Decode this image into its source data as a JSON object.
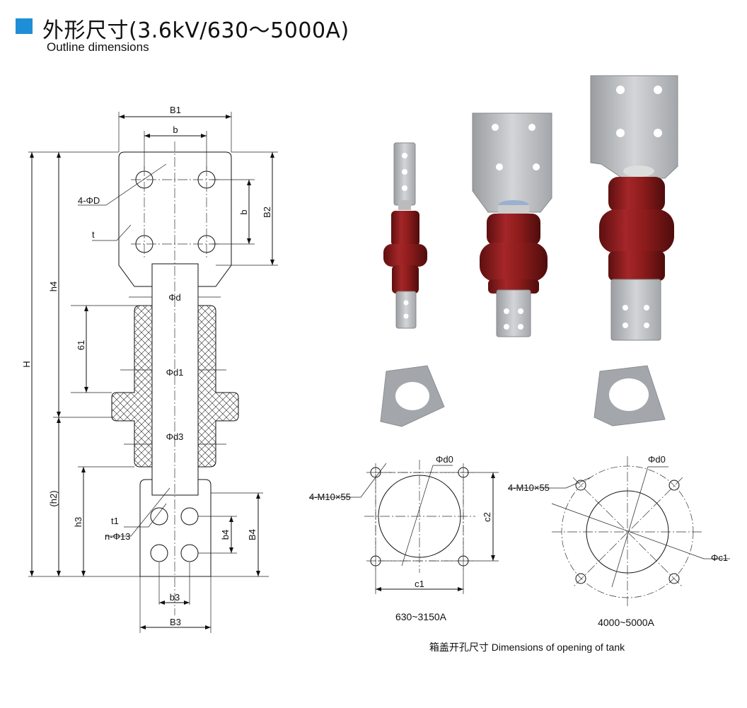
{
  "header": {
    "title": "外形尺寸(3.6kV/630～5000A)",
    "subtitle": "Outline dimensions",
    "accent_color": "#1e8fd6"
  },
  "outline_drawing": {
    "labels": {
      "B1": "B1",
      "b_top": "b",
      "b_side": "b",
      "B2": "B2",
      "holes_top": "4-ΦD",
      "t": "t",
      "phi_d": "Φd",
      "dim_61": "61",
      "phi_d1": "Φd1",
      "phi_d3": "Φd3",
      "H": "H",
      "h4": "h4",
      "h2": "(h2)",
      "h3": "h3",
      "t1": "t1",
      "holes_bottom": "n-Φ13",
      "b4": "b4",
      "B4": "B4",
      "b3": "b3",
      "B3": "B3"
    }
  },
  "tank_opening": {
    "small": {
      "phi_d0": "Φd0",
      "bolts": "4-M10×55",
      "c1": "c1",
      "c2": "c2",
      "caption": "630~3150A"
    },
    "large": {
      "phi_d0": "Φd0",
      "bolts": "4-M10×55",
      "phi_c1": "Φc1",
      "caption": "4000~5000A"
    },
    "caption": "箱盖开孔尺寸 Dimensions of opening of tank"
  },
  "colors": {
    "insulator": "#8e1c1c",
    "metal": "#b9bcc0",
    "flange": "#9fa3a8"
  }
}
